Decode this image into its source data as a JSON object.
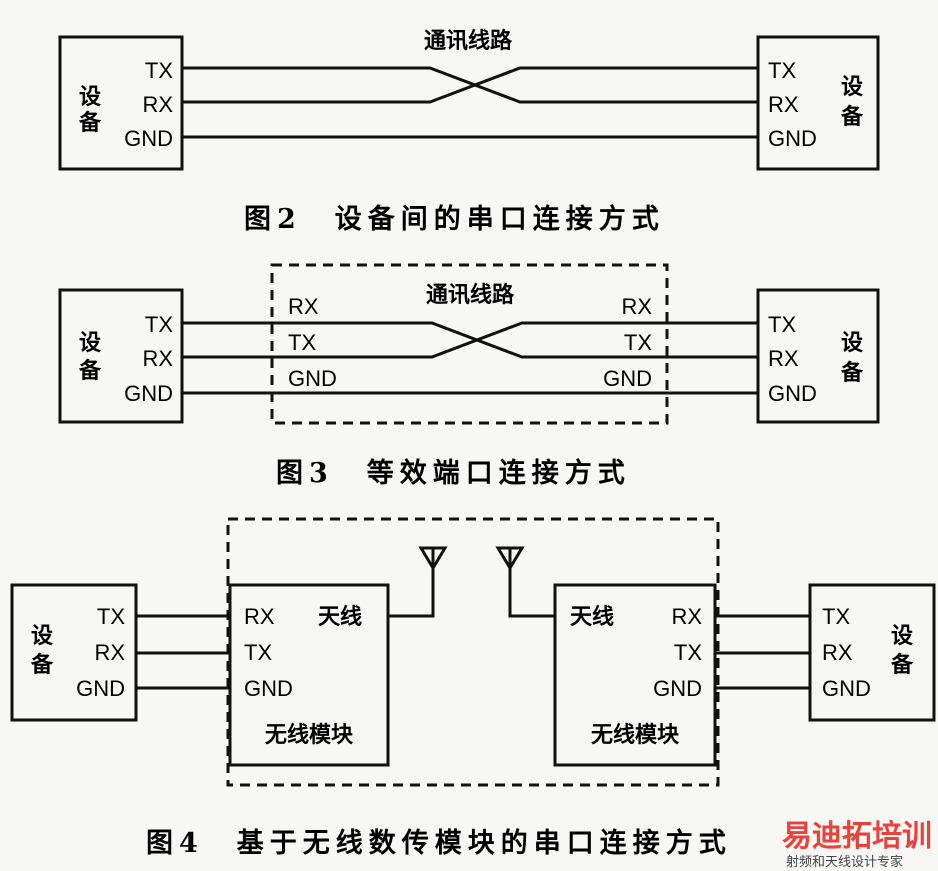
{
  "fig2": {
    "line_title": "通讯线路",
    "device": "设备",
    "left_pins": [
      "TX",
      "RX",
      "GND"
    ],
    "right_pins": [
      "TX",
      "RX",
      "GND"
    ],
    "caption": "图2　设备间的串口连接方式"
  },
  "fig3": {
    "line_title": "通讯线路",
    "device": "设备",
    "left_pins": [
      "TX",
      "RX",
      "GND"
    ],
    "right_pins": [
      "TX",
      "RX",
      "GND"
    ],
    "inner_left": [
      "RX",
      "TX",
      "GND"
    ],
    "inner_right": [
      "RX",
      "TX",
      "GND"
    ],
    "caption": "图3　等效端口连接方式"
  },
  "fig4": {
    "device": "设备",
    "left_pins": [
      "TX",
      "RX",
      "GND"
    ],
    "right_pins": [
      "TX",
      "RX",
      "GND"
    ],
    "module_left_pins": [
      "RX",
      "TX",
      "GND"
    ],
    "module_right_pins": [
      "RX",
      "TX",
      "GND"
    ],
    "antenna": "天线",
    "module": "无线模块",
    "caption": "图4　基于无线数传模块的串口连接方式"
  },
  "watermark": {
    "main": "易迪拓培训",
    "sub": "射频和天线设计专家",
    "color": "#e8423a"
  }
}
